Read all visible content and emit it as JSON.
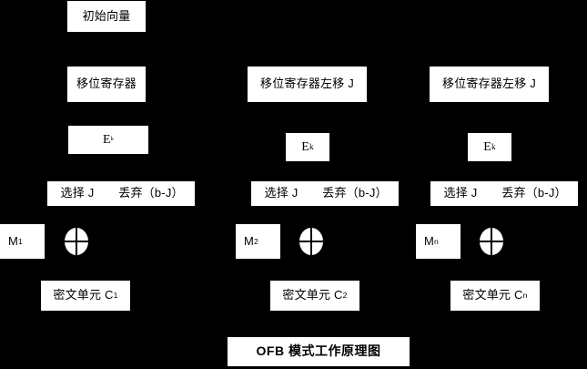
{
  "diagram": {
    "title": "OFB 模式工作原理图",
    "background_color": "#000000",
    "box_color": "#ffffff",
    "text_color": "#000000",
    "initial_vector": "初始向量",
    "columns": [
      {
        "id": "column-1",
        "register": "移位寄存器",
        "cipher_function": "E",
        "cipher_function_subscript": "k",
        "select": "选择 J",
        "discard": "丢弃（b-J）",
        "message": "M",
        "message_subscript": "1",
        "xor": "xor-operator",
        "ciphertext": "密文单元 C",
        "ciphertext_subscript": "1"
      },
      {
        "id": "column-2",
        "register": "移位寄存器左移 J",
        "cipher_function": "E",
        "cipher_function_subscript": "k",
        "select": "选择 J",
        "discard": "丢弃（b-J）",
        "message": "M",
        "message_subscript": "2",
        "xor": "xor-operator",
        "ciphertext": "密文单元 C",
        "ciphertext_subscript": "2"
      },
      {
        "id": "column-3",
        "register": "移位寄存器左移 J",
        "cipher_function": "E",
        "cipher_function_subscript": "k",
        "select": "选择 J",
        "discard": "丢弃（b-J）",
        "message": "M",
        "message_subscript": "n",
        "xor": "xor-operator",
        "ciphertext": "密文单元 C",
        "ciphertext_subscript": "n"
      }
    ]
  }
}
